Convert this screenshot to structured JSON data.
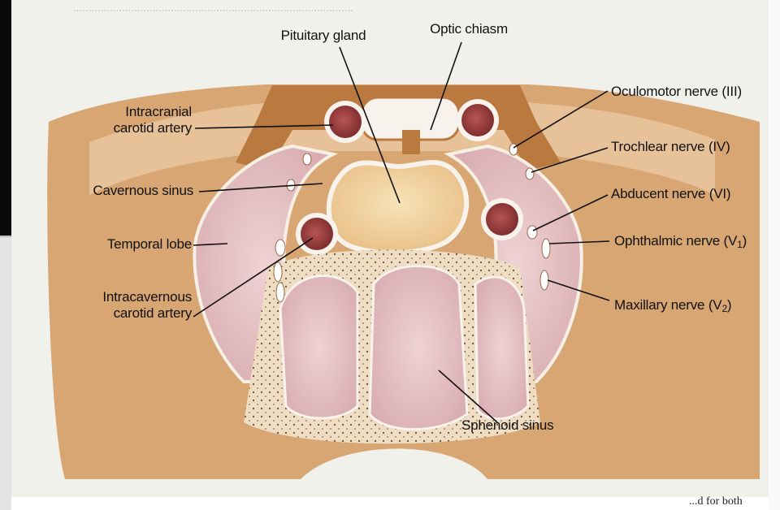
{
  "diagram": {
    "labels": {
      "pituitary_gland": "Pituitary gland",
      "optic_chiasm": "Optic chiasm",
      "intracranial_carotid_line1": "Intracranial",
      "intracranial_carotid_line2": "carotid artery",
      "cavernous_sinus": "Cavernous sinus",
      "temporal_lobe": "Temporal lobe",
      "intracavernous_carotid_line1": "Intracavernous",
      "intracavernous_carotid_line2": "carotid artery",
      "oculomotor_nerve": "Oculomotor nerve (III)",
      "trochlear_nerve": "Trochlear nerve (IV)",
      "abducent_nerve": "Abducent nerve (VI)",
      "ophthalmic_nerve": "Ophthalmic nerve (V",
      "ophthalmic_sub": "1",
      "maxillary_nerve": "Maxillary nerve (V",
      "maxillary_sub": "2",
      "paren_close": ")",
      "sphenoid_sinus": "Sphenoid sinus"
    },
    "corner_text": "...d for both",
    "colors": {
      "tissue_tan": "#d9a877",
      "bone_brown": "#b7793f",
      "sinus_pink": "#e8c5c8",
      "gland_yellow": "#f3d6a2",
      "artery_red": "#9a3d3d",
      "page_cream": "#f1f1ec"
    }
  }
}
